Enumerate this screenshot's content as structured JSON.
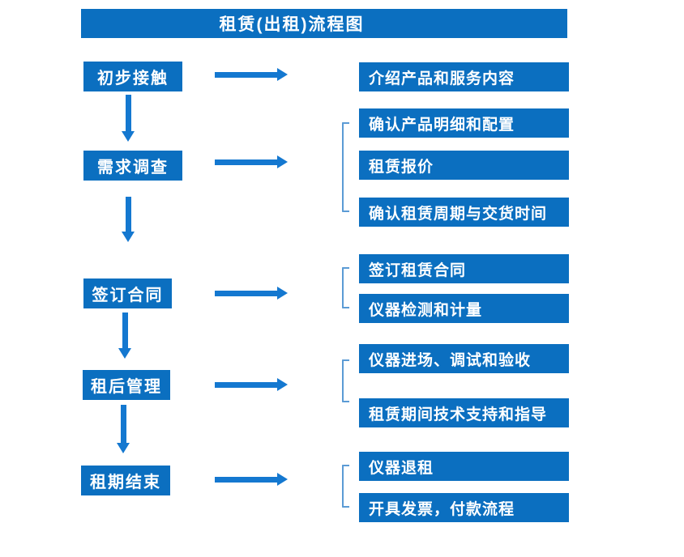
{
  "title": "租赁(出租)流程图",
  "colors": {
    "box_blue": "#0b6fc0",
    "arrow_blue": "#1478d0",
    "bracket_blue": "#5b9bd5",
    "text_white": "#ffffff"
  },
  "steps": [
    {
      "label": "初步接触",
      "details": [
        "介绍产品和服务内容"
      ]
    },
    {
      "label": "需求调查",
      "details": [
        "确认产品明细和配置",
        "租赁报价",
        "确认租赁周期与交货时间"
      ]
    },
    {
      "label": "签订合同",
      "details": [
        "签订租赁合同",
        "仪器检测和计量"
      ]
    },
    {
      "label": "租后管理",
      "details": [
        "仪器进场、调试和验收",
        "租赁期间技术支持和指导"
      ]
    },
    {
      "label": "租期结束",
      "details": [
        "仪器退租",
        "开具发票，付款流程"
      ]
    }
  ]
}
